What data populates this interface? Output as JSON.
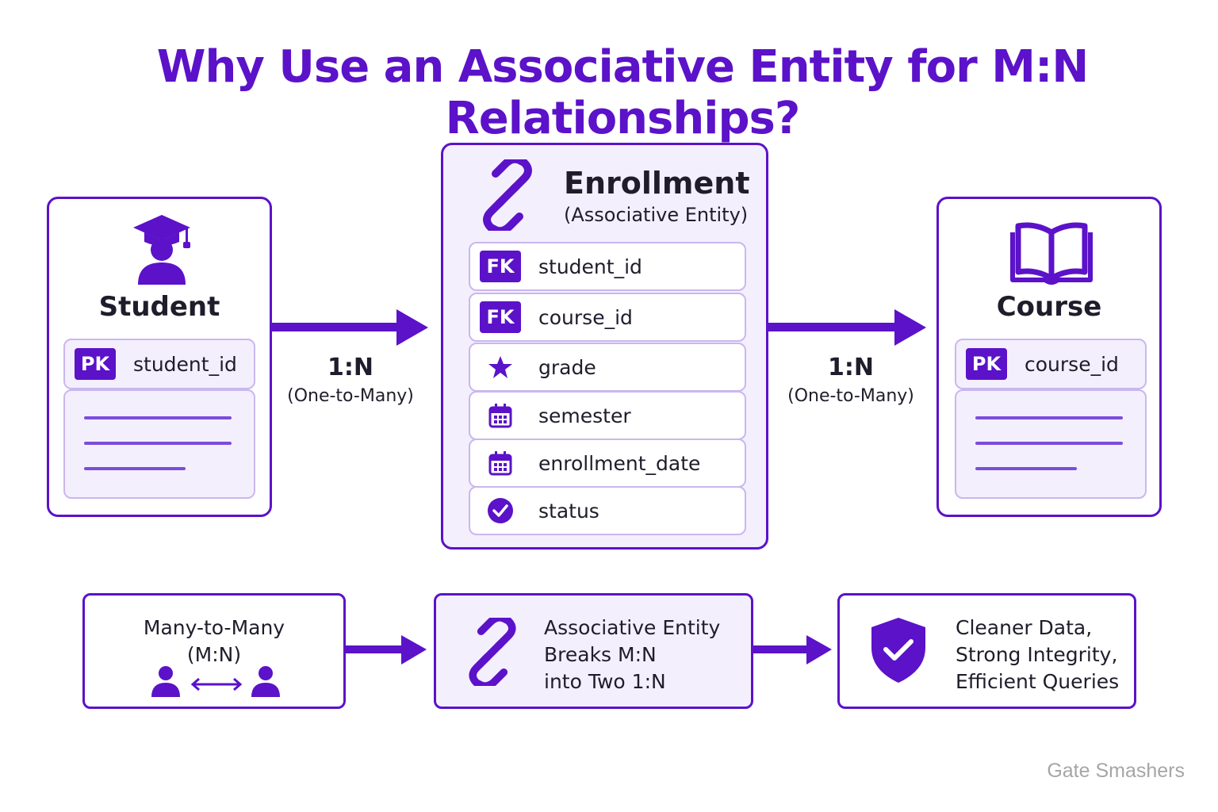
{
  "title": "Why Use an Associative Entity for M:N Relationships?",
  "colors": {
    "accent": "#5b12c9",
    "light": "#f4effd",
    "border_light": "#c9b7ef"
  },
  "student": {
    "icon": "graduate-icon",
    "name": "Student",
    "pk_badge": "PK",
    "pk_field": "student_id"
  },
  "course": {
    "icon": "open-book-icon",
    "name": "Course",
    "pk_badge": "PK",
    "pk_field": "course_id"
  },
  "enrollment": {
    "icon": "link-icon",
    "name": "Enrollment",
    "subtitle": "(Associative Entity)",
    "fields": [
      {
        "badge": "FK",
        "icon": "",
        "label": "student_id"
      },
      {
        "badge": "FK",
        "icon": "",
        "label": "course_id"
      },
      {
        "badge": "",
        "icon": "star-icon",
        "label": "grade"
      },
      {
        "badge": "",
        "icon": "calendar-icon",
        "label": "semester"
      },
      {
        "badge": "",
        "icon": "calendar-icon",
        "label": "enrollment_date"
      },
      {
        "badge": "",
        "icon": "check-circle-icon",
        "label": "status"
      }
    ]
  },
  "relationships": {
    "left": {
      "cardinality": "1:N",
      "description": "(One-to-Many)"
    },
    "right": {
      "cardinality": "1:N",
      "description": "(One-to-Many)"
    }
  },
  "flow": {
    "step1": {
      "line1": "Many-to-Many",
      "line2": "(M:N)",
      "icon": "two-users-bidirectional-icon"
    },
    "step2": {
      "line1": "Associative Entity",
      "line2": "Breaks M:N",
      "line3": "into Two 1:N",
      "icon": "link-icon"
    },
    "step3": {
      "line1": "Cleaner Data,",
      "line2": "Strong Integrity,",
      "line3": "Efficient Queries",
      "icon": "shield-check-icon"
    }
  },
  "watermark": "Gate Smashers"
}
